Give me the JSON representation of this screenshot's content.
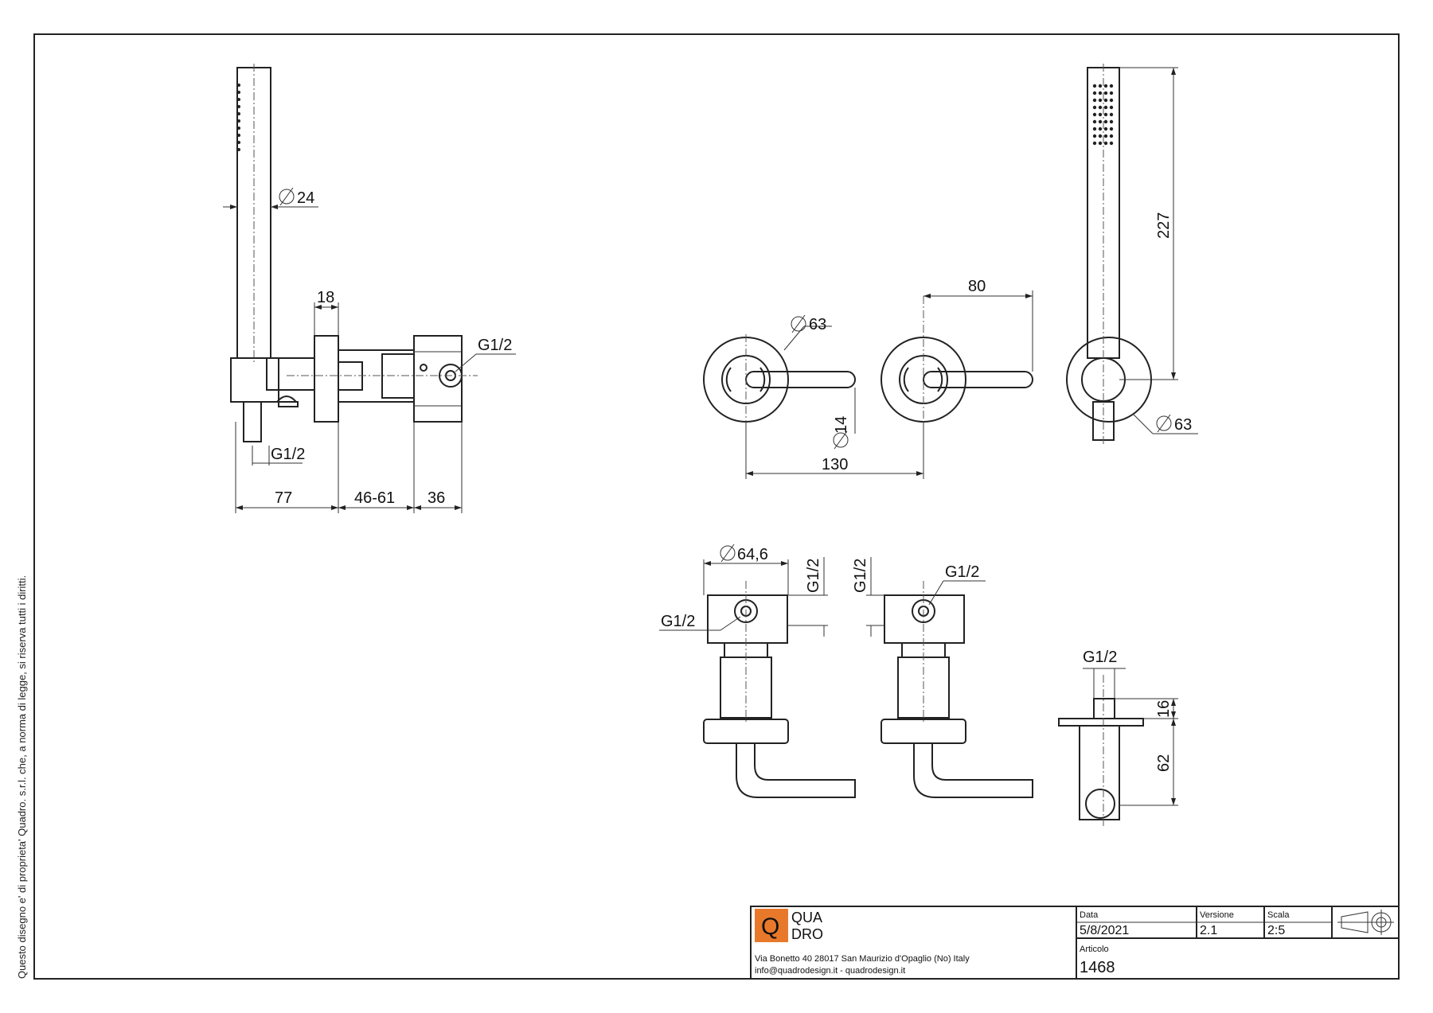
{
  "side_note": "Questo disegno e' di proprieta' Quadro. s.r.l. che, a norma di legge, si riserva tutti i diritti.",
  "title_block": {
    "logo_letter": "Q",
    "logo_line1": "QUA",
    "logo_line2": "DRO",
    "address": "Via Bonetto 40  28017 San Maurizio d'Opaglio (No) Italy",
    "contact": "info@quadrodesign.it  -  quadrodesign.it",
    "data_label": "Data",
    "data_value": "5/8/2021",
    "versione_label": "Versione",
    "versione_value": "2.1",
    "scala_label": "Scala",
    "scala_value": "2:5",
    "articolo_label": "Articolo",
    "articolo_value": "1468"
  },
  "dimensions": {
    "d24": "24",
    "d18": "18",
    "g12_side_valve": "G1/2",
    "g12_side_outlet": "G1/2",
    "d77": "77",
    "d46_61": "46-61",
    "d36": "36",
    "d63_left": "63",
    "d14": "14",
    "d130": "130",
    "d80": "80",
    "d227": "227",
    "d63_right": "63",
    "d64_6": "64,6",
    "g12_valve1": "G1/2",
    "g12_valve1_top": "G1/2",
    "g12_valve2_top": "G1/2",
    "g12_valve2": "G1/2",
    "g12_outlet": "G1/2",
    "d16": "16",
    "d62": "62"
  },
  "colors": {
    "brand": "#e8792b",
    "line": "#222222"
  }
}
